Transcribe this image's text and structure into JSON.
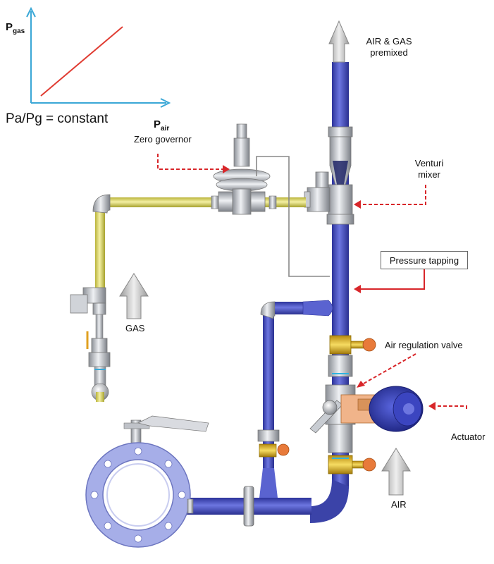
{
  "graph": {
    "y_axis_main": "P",
    "y_axis_sub": "gas",
    "x_axis_main": "P",
    "x_axis_sub": "air",
    "formula": "Pa/Pg = constant"
  },
  "labels": {
    "zero_governor": "Zero governor",
    "air_gas_line1": "AIR & GAS",
    "air_gas_line2": "premixed",
    "venturi_line1": "Venturi",
    "venturi_line2": "mixer",
    "pressure_tapping": "Pressure tapping",
    "gas": "GAS",
    "air_regulation_valve": "Air regulation valve",
    "actuator": "Actuator",
    "air": "AIR"
  },
  "colors": {
    "blue_pipe": "#4a53b8",
    "yellow_pipe": "#e5e07a",
    "flange": "#a6aee8",
    "red_arrow": "#d8262a",
    "graph_axis": "#3aa7d6",
    "brass": "#e0b830",
    "orange": "#e87a3a"
  }
}
